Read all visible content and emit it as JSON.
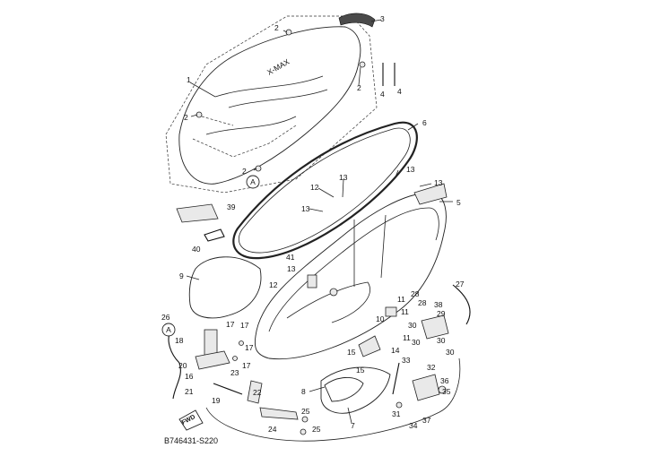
{
  "diagram": {
    "reference_code": "B746431-S220",
    "callouts": [
      {
        "id": "1",
        "text": "1"
      },
      {
        "id": "2a",
        "text": "2"
      },
      {
        "id": "2b",
        "text": "2"
      },
      {
        "id": "2c",
        "text": "2"
      },
      {
        "id": "2d",
        "text": "2"
      },
      {
        "id": "3",
        "text": "3"
      },
      {
        "id": "4a",
        "text": "4"
      },
      {
        "id": "4b",
        "text": "4"
      },
      {
        "id": "5",
        "text": "5"
      },
      {
        "id": "6",
        "text": "6"
      },
      {
        "id": "7",
        "text": "7"
      },
      {
        "id": "8",
        "text": "8"
      },
      {
        "id": "9",
        "text": "9"
      },
      {
        "id": "10",
        "text": "10"
      },
      {
        "id": "11a",
        "text": "11"
      },
      {
        "id": "11b",
        "text": "11"
      },
      {
        "id": "11c",
        "text": "11"
      },
      {
        "id": "12a",
        "text": "12"
      },
      {
        "id": "12b",
        "text": "12"
      },
      {
        "id": "13a",
        "text": "13"
      },
      {
        "id": "13b",
        "text": "13"
      },
      {
        "id": "13c",
        "text": "13"
      },
      {
        "id": "13d",
        "text": "13"
      },
      {
        "id": "13e",
        "text": "13"
      },
      {
        "id": "14",
        "text": "14"
      },
      {
        "id": "15a",
        "text": "15"
      },
      {
        "id": "15b",
        "text": "15"
      },
      {
        "id": "16",
        "text": "16"
      },
      {
        "id": "17a",
        "text": "17"
      },
      {
        "id": "17b",
        "text": "17"
      },
      {
        "id": "17c",
        "text": "17"
      },
      {
        "id": "17d",
        "text": "17"
      },
      {
        "id": "18",
        "text": "18"
      },
      {
        "id": "19",
        "text": "19"
      },
      {
        "id": "20",
        "text": "20"
      },
      {
        "id": "21",
        "text": "21"
      },
      {
        "id": "22",
        "text": "22"
      },
      {
        "id": "23",
        "text": "23"
      },
      {
        "id": "24",
        "text": "24"
      },
      {
        "id": "25a",
        "text": "25"
      },
      {
        "id": "25b",
        "text": "25"
      },
      {
        "id": "26",
        "text": "26"
      },
      {
        "id": "27",
        "text": "27"
      },
      {
        "id": "28a",
        "text": "28"
      },
      {
        "id": "28b",
        "text": "28"
      },
      {
        "id": "29",
        "text": "29"
      },
      {
        "id": "30a",
        "text": "30"
      },
      {
        "id": "30b",
        "text": "30"
      },
      {
        "id": "30c",
        "text": "30"
      },
      {
        "id": "30d",
        "text": "30"
      },
      {
        "id": "31",
        "text": "31"
      },
      {
        "id": "32",
        "text": "32"
      },
      {
        "id": "33",
        "text": "33"
      },
      {
        "id": "34",
        "text": "34"
      },
      {
        "id": "35",
        "text": "35"
      },
      {
        "id": "36",
        "text": "36"
      },
      {
        "id": "37",
        "text": "37"
      },
      {
        "id": "38",
        "text": "38"
      },
      {
        "id": "39",
        "text": "39"
      },
      {
        "id": "40",
        "text": "40"
      },
      {
        "id": "41",
        "text": "41"
      },
      {
        "id": "A1",
        "text": "A"
      },
      {
        "id": "A2",
        "text": "A"
      }
    ],
    "seat_logo_text": "X-MAX",
    "fwd_text": "FWD"
  }
}
